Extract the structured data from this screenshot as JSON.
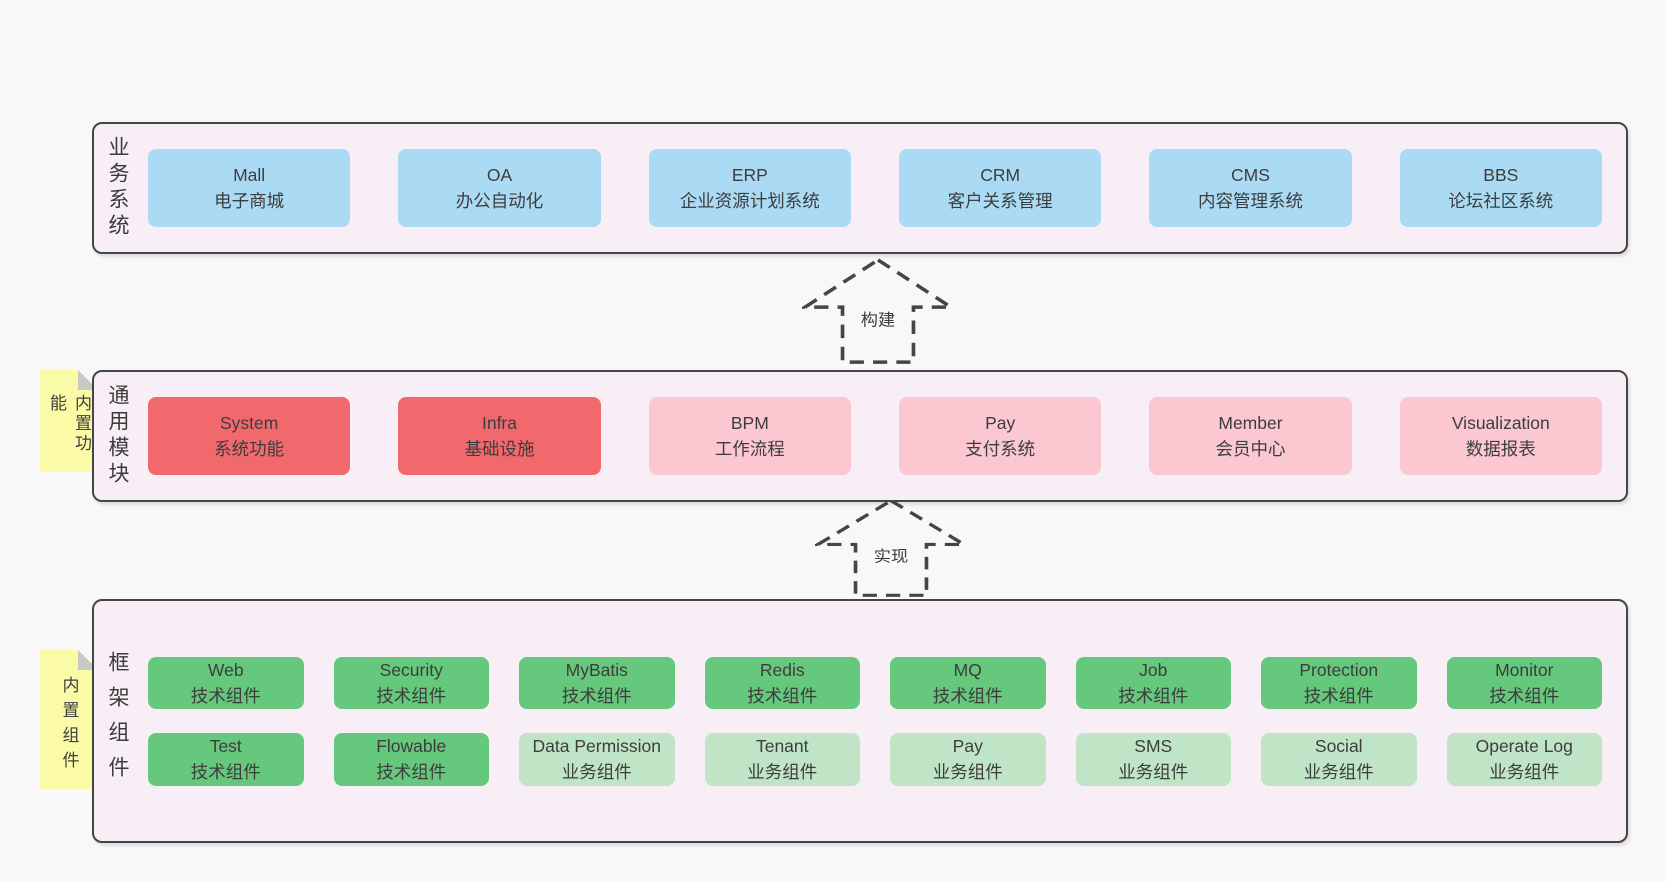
{
  "palette": {
    "page_bg": "#f8f8f8",
    "band_fill": "#f7eef6",
    "band_border": "#454545",
    "blue": "#abdaf4",
    "red": "#f1686d",
    "pink": "#fbc7d1",
    "green": "#65c87d",
    "lightgreen": "#c0e5c6",
    "yellow": "#fbfba7",
    "fold": "#c8c8c8",
    "text": "#3d3d3d"
  },
  "bands": {
    "business": {
      "label": "业务系统",
      "boxes": [
        {
          "name": "Mall",
          "desc": "电子商城",
          "color": "blue"
        },
        {
          "name": "OA",
          "desc": "办公自动化",
          "color": "blue"
        },
        {
          "name": "ERP",
          "desc": "企业资源计划系统",
          "color": "blue"
        },
        {
          "name": "CRM",
          "desc": "客户关系管理",
          "color": "blue"
        },
        {
          "name": "CMS",
          "desc": "内容管理系统",
          "color": "blue"
        },
        {
          "name": "BBS",
          "desc": "论坛社区系统",
          "color": "blue"
        }
      ]
    },
    "modules": {
      "label": "通用模块",
      "boxes": [
        {
          "name": "System",
          "desc": "系统功能",
          "color": "red"
        },
        {
          "name": "Infra",
          "desc": "基础设施",
          "color": "red"
        },
        {
          "name": "BPM",
          "desc": "工作流程",
          "color": "pink"
        },
        {
          "name": "Pay",
          "desc": "支付系统",
          "color": "pink"
        },
        {
          "name": "Member",
          "desc": "会员中心",
          "color": "pink"
        },
        {
          "name": "Visualization",
          "desc": "数据报表",
          "color": "pink"
        }
      ]
    },
    "components": {
      "label": "框架组件",
      "rows": [
        [
          {
            "name": "Web",
            "desc": "技术组件",
            "color": "green"
          },
          {
            "name": "Security",
            "desc": "技术组件",
            "color": "green"
          },
          {
            "name": "MyBatis",
            "desc": "技术组件",
            "color": "green"
          },
          {
            "name": "Redis",
            "desc": "技术组件",
            "color": "green"
          },
          {
            "name": "MQ",
            "desc": "技术组件",
            "color": "green"
          },
          {
            "name": "Job",
            "desc": "技术组件",
            "color": "green"
          },
          {
            "name": "Protection",
            "desc": "技术组件",
            "color": "green"
          },
          {
            "name": "Monitor",
            "desc": "技术组件",
            "color": "green"
          }
        ],
        [
          {
            "name": "Test",
            "desc": "技术组件",
            "color": "green"
          },
          {
            "name": "Flowable",
            "desc": "技术组件",
            "color": "green"
          },
          {
            "name": "Data Permission",
            "desc": "业务组件",
            "color": "lightgreen"
          },
          {
            "name": "Tenant",
            "desc": "业务组件",
            "color": "lightgreen"
          },
          {
            "name": "Pay",
            "desc": "业务组件",
            "color": "lightgreen"
          },
          {
            "name": "SMS",
            "desc": "业务组件",
            "color": "lightgreen"
          },
          {
            "name": "Social",
            "desc": "业务组件",
            "color": "lightgreen"
          },
          {
            "name": "Operate Log",
            "desc": "业务组件",
            "color": "lightgreen"
          }
        ]
      ]
    }
  },
  "stickies": [
    {
      "label": "内置功能"
    },
    {
      "label": "内置组件"
    }
  ],
  "arrows": [
    {
      "label": "构建"
    },
    {
      "label": "实现"
    }
  ]
}
